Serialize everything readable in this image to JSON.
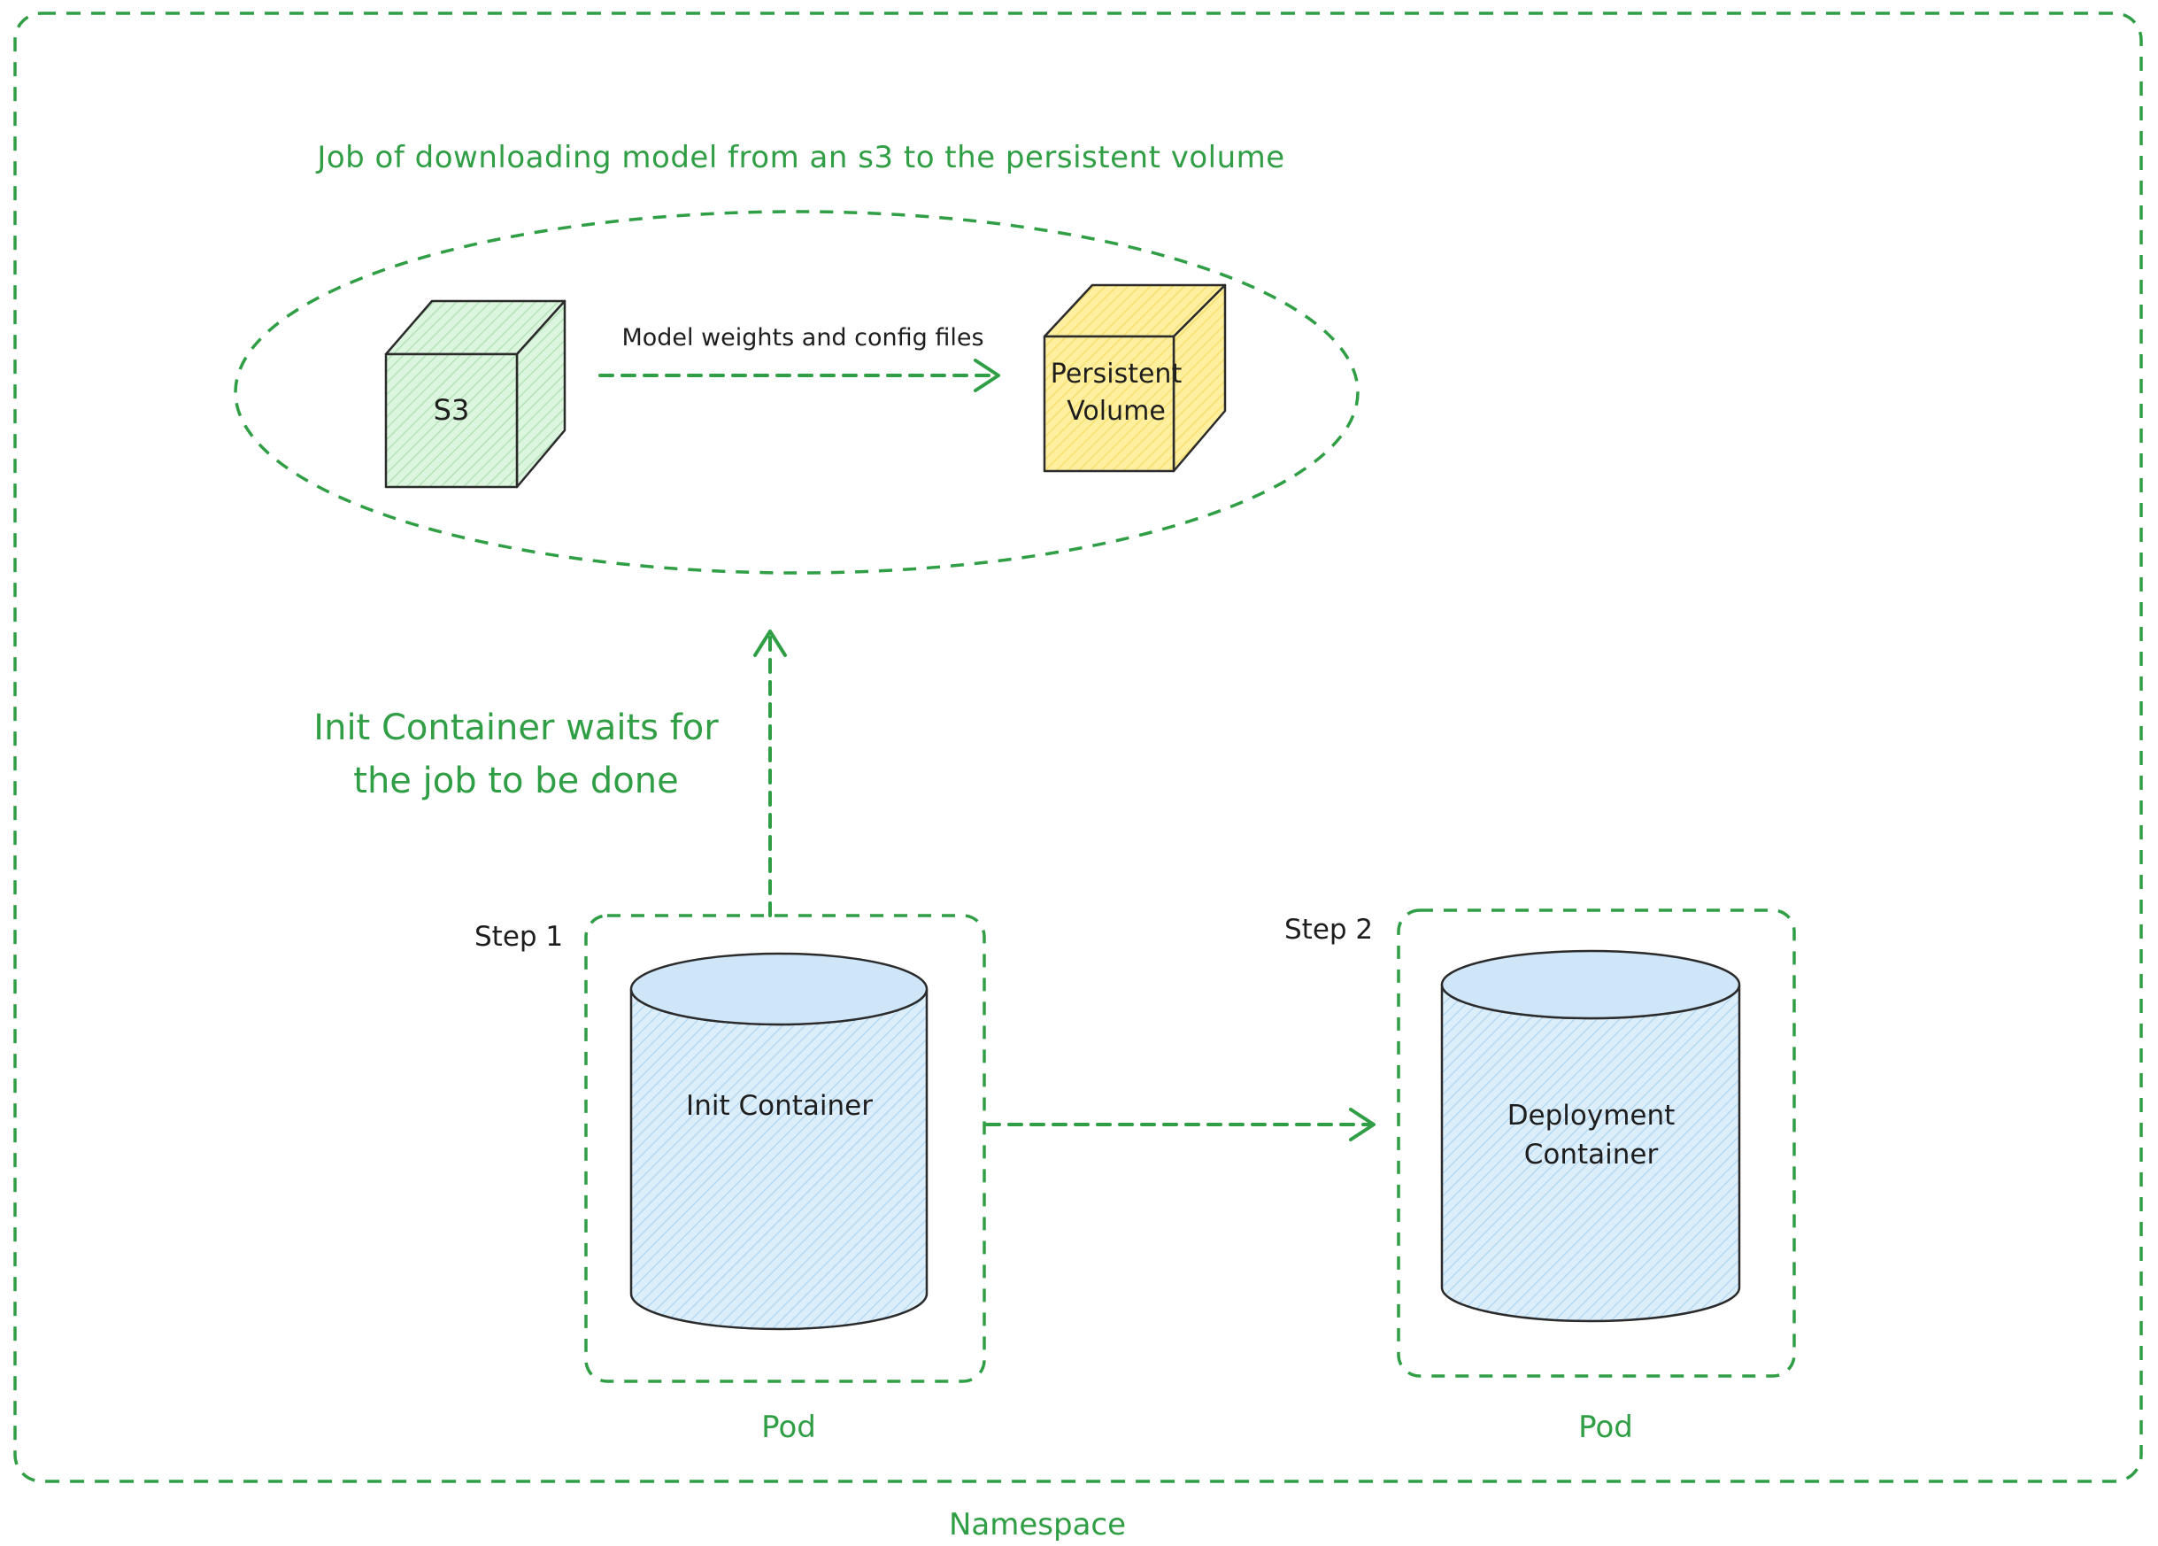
{
  "diagram": {
    "namespace_label": "Namespace",
    "job_group": {
      "title": "Job of downloading model from an s3 to the persistent volume",
      "s3_label": "S3",
      "arrow_label": "Model weights and config files",
      "pv_label_line1": "Persistent",
      "pv_label_line2": "Volume"
    },
    "wait_note": {
      "line1": "Init Container waits for",
      "line2": "the job to be done"
    },
    "pod_left": {
      "step_label": "Step 1",
      "container_label": "Init Container",
      "pod_label": "Pod"
    },
    "pod_right": {
      "step_label": "Step 2",
      "container_label_line1": "Deployment",
      "container_label_line2": "Container",
      "pod_label": "Pod"
    },
    "colors": {
      "dashed_green": "#2f9e44",
      "s3_cube_fill": "#d3f9d8",
      "persistent_volume_fill": "#ffec99",
      "container_cylinder_fill": "#d6eafc",
      "outline_dark": "#1e1e1e"
    }
  }
}
